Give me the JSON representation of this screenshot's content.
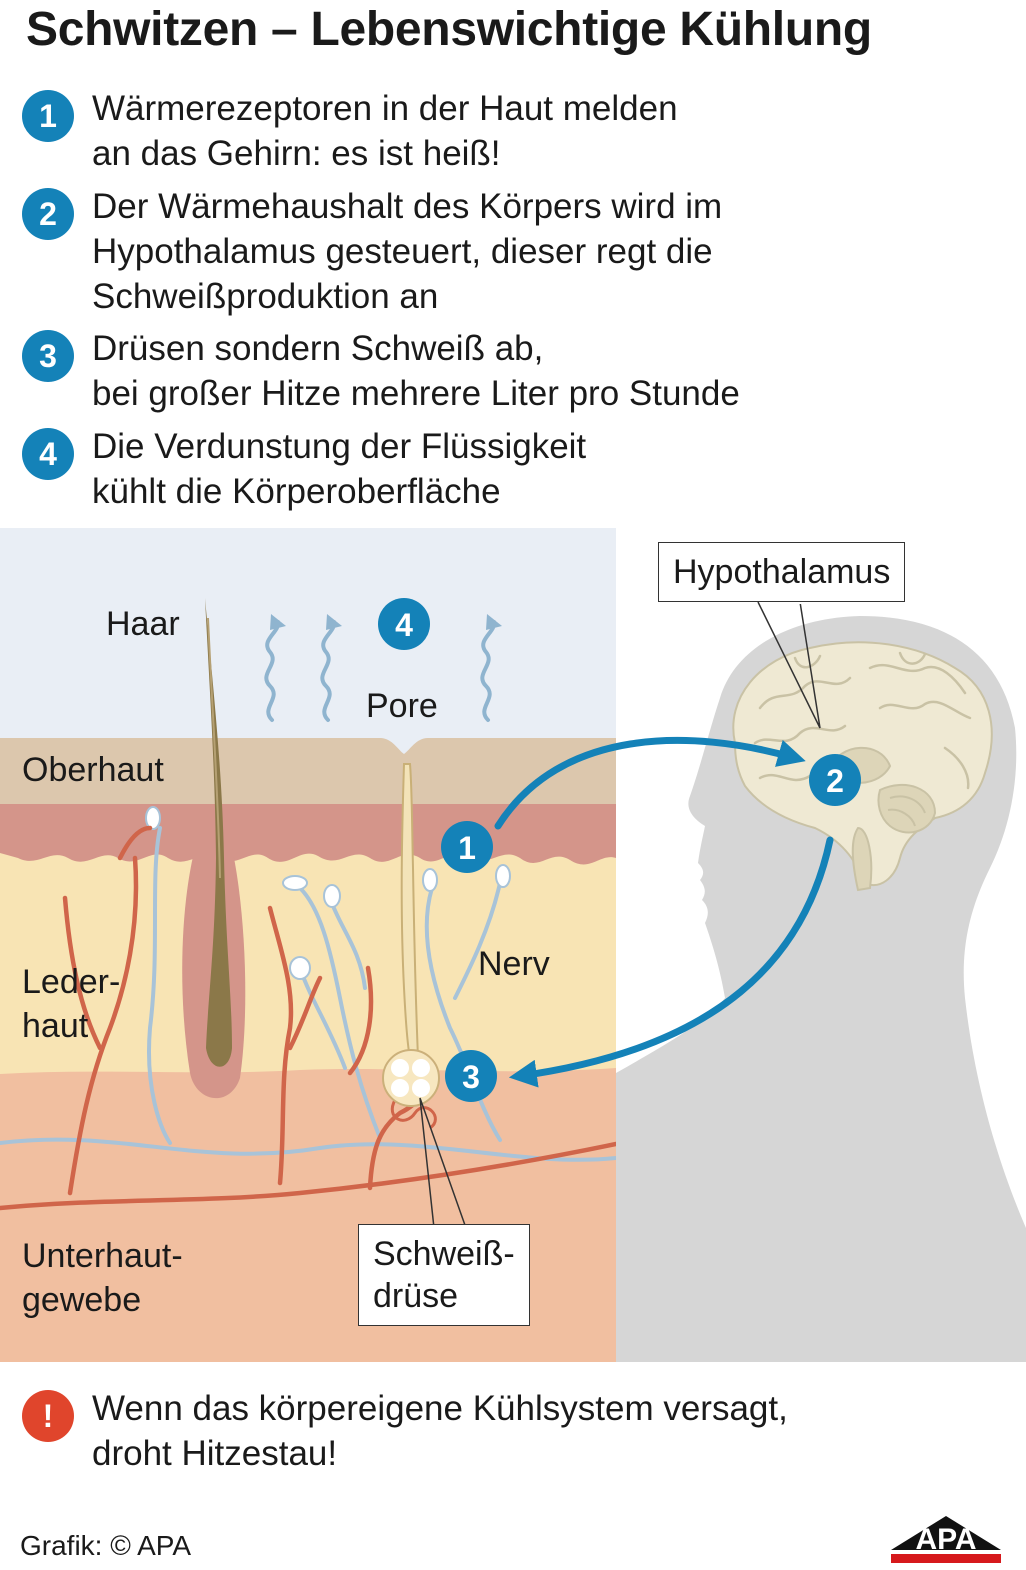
{
  "title": "Schwitzen – Lebenswichtige Kühlung",
  "steps": [
    {
      "number": "1",
      "text": "Wärmerezeptoren in der Haut melden\nan das Gehirn: es ist heiß!"
    },
    {
      "number": "2",
      "text": "Der Wärmehaushalt des Körpers wird im\nHypothalamus gesteuert, dieser regt die\nSchweißproduktion an"
    },
    {
      "number": "3",
      "text": "Drüsen sondern Schweiß ab,\nbei großer Hitze mehrere Liter pro Stunde"
    },
    {
      "number": "4",
      "text": "Die Verdunstung der Flüssigkeit\nkühlt die Körperoberfläche"
    }
  ],
  "diagram": {
    "labels": {
      "haar": "Haar",
      "pore": "Pore",
      "oberhaut": "Oberhaut",
      "lederhaut": "Leder-\nhaut",
      "nerv": "Nerv",
      "unterhaut": "Unterhaut-\ngewebe",
      "hypothalamus": "Hypothalamus",
      "schweissdruese": "Schweiß-\ndrüse"
    },
    "markers": [
      "1",
      "2",
      "3",
      "4"
    ]
  },
  "warning": {
    "symbol": "!",
    "text": "Wenn das körpereigene Kühlsystem versagt,\ndroht Hitzestau!"
  },
  "footer": "Grafik: © APA",
  "logo_text": "APA",
  "colors": {
    "accent_blue": "#1482b8",
    "warning_red": "#e0452c",
    "sky": "#e9eef5",
    "epidermis": "#dcc7ad",
    "dermis_top": "#d4958a",
    "dermis": "#f8e4b4",
    "subcutis": "#f1bfa0",
    "vessel": "#d0654a",
    "nerve": "#a8c3d8",
    "head": "#d6d6d6",
    "brain": "#efe9d3"
  }
}
